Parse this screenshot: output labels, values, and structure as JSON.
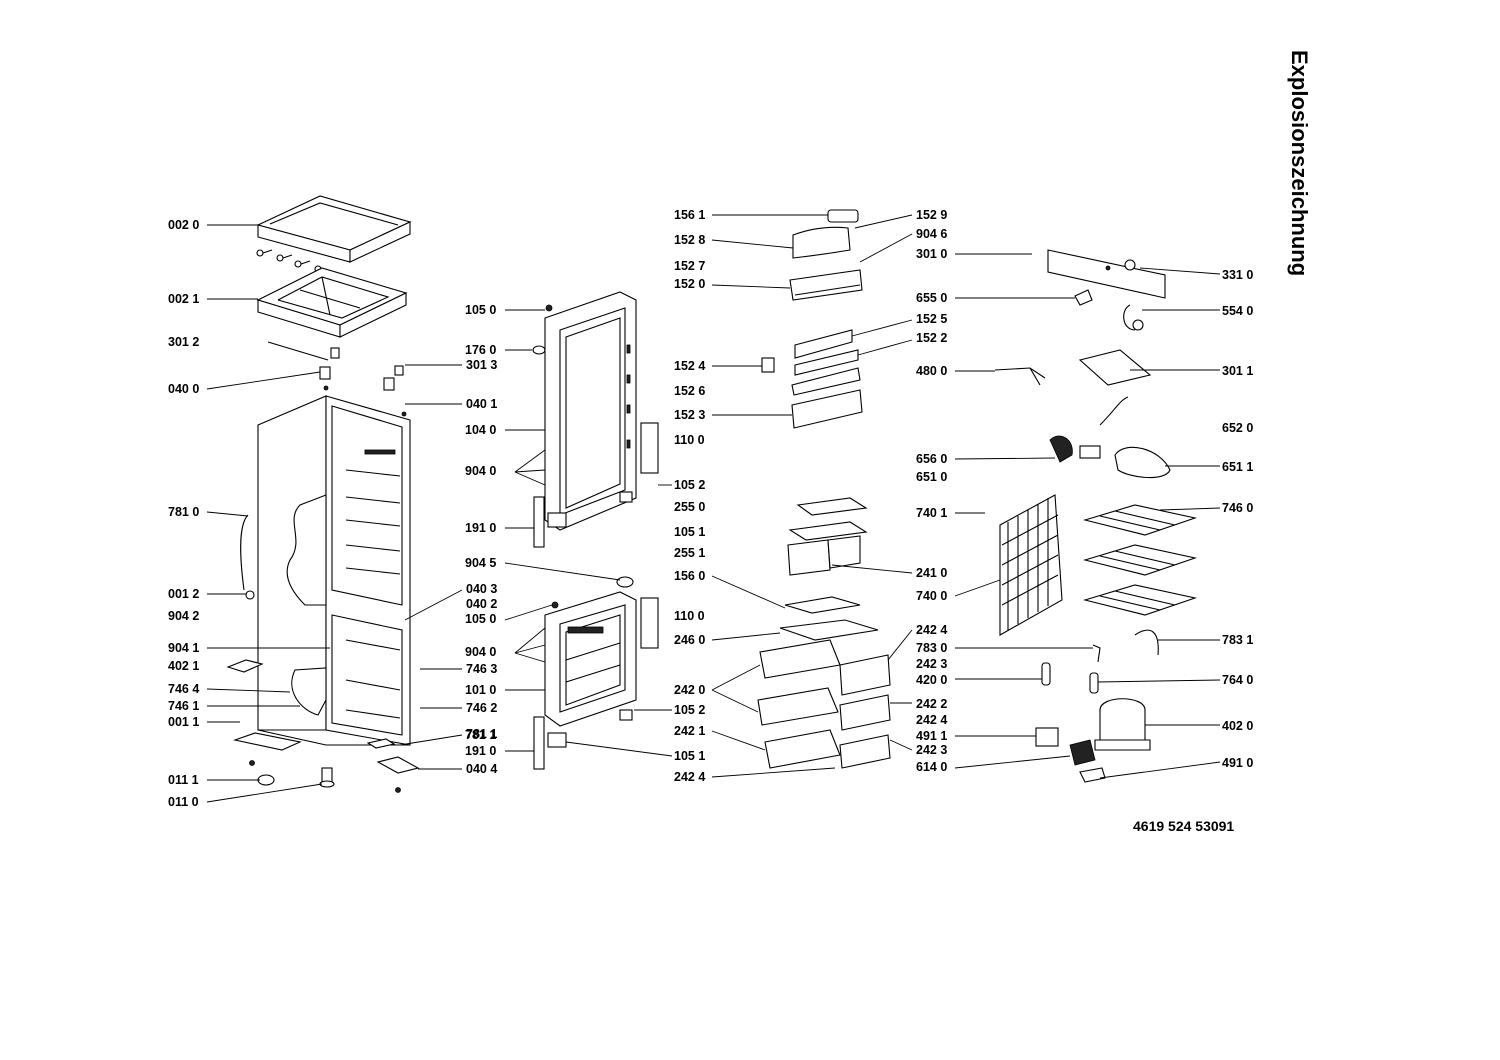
{
  "title": "Explosionszeichnung",
  "document_number": "4619 524 53091",
  "labels": [
    {
      "id": "l0020",
      "text": "002 0"
    },
    {
      "id": "l0021",
      "text": "002 1"
    },
    {
      "id": "l3012",
      "text": "301 2"
    },
    {
      "id": "l0400",
      "text": "040 0"
    },
    {
      "id": "l7810",
      "text": "781 0"
    },
    {
      "id": "l0012",
      "text": "001 2"
    },
    {
      "id": "l9042",
      "text": "904 2"
    },
    {
      "id": "l9041",
      "text": "904 1"
    },
    {
      "id": "l4021",
      "text": "402 1"
    },
    {
      "id": "l7464",
      "text": "746 4"
    },
    {
      "id": "l7461",
      "text": "746 1"
    },
    {
      "id": "l0011",
      "text": "001 1"
    },
    {
      "id": "l0111",
      "text": "011 1"
    },
    {
      "id": "l0110",
      "text": "011 0"
    },
    {
      "id": "l3013",
      "text": "301 3"
    },
    {
      "id": "l0401",
      "text": "040 1"
    },
    {
      "id": "l0403",
      "text": "040 3"
    },
    {
      "id": "l0402",
      "text": "040 2"
    },
    {
      "id": "l7463",
      "text": "746 3"
    },
    {
      "id": "l7462",
      "text": "746 2"
    },
    {
      "id": "l7811",
      "text": "781 1"
    },
    {
      "id": "l0404",
      "text": "040 4"
    },
    {
      "id": "l1050a",
      "text": "105 0"
    },
    {
      "id": "l1760",
      "text": "176 0"
    },
    {
      "id": "l1040",
      "text": "104 0"
    },
    {
      "id": "l9040a",
      "text": "904 0"
    },
    {
      "id": "l1910a",
      "text": "191 0"
    },
    {
      "id": "l9045",
      "text": "904 5"
    },
    {
      "id": "l1050b",
      "text": "105 0"
    },
    {
      "id": "l9040b",
      "text": "904 0"
    },
    {
      "id": "l1010",
      "text": "101 0"
    },
    {
      "id": "l7811b",
      "text": "781 1"
    },
    {
      "id": "l1910b",
      "text": "191 0"
    },
    {
      "id": "l1100a",
      "text": "110 0"
    },
    {
      "id": "l1052a",
      "text": "105 2"
    },
    {
      "id": "l2550",
      "text": "255 0"
    },
    {
      "id": "l1051a",
      "text": "105 1"
    },
    {
      "id": "l2551",
      "text": "255 1"
    },
    {
      "id": "l1560",
      "text": "156 0"
    },
    {
      "id": "l1100b",
      "text": "110 0"
    },
    {
      "id": "l2460",
      "text": "246 0"
    },
    {
      "id": "l2420",
      "text": "242 0"
    },
    {
      "id": "l1052b",
      "text": "105 2"
    },
    {
      "id": "l2421",
      "text": "242 1"
    },
    {
      "id": "l1051b",
      "text": "105 1"
    },
    {
      "id": "l2424a",
      "text": "242 4"
    },
    {
      "id": "l1561",
      "text": "156 1"
    },
    {
      "id": "l1528",
      "text": "152 8"
    },
    {
      "id": "l1527",
      "text": "152 7"
    },
    {
      "id": "l1520",
      "text": "152 0"
    },
    {
      "id": "l1524",
      "text": "152 4"
    },
    {
      "id": "l1526",
      "text": "152 6"
    },
    {
      "id": "l1523",
      "text": "152 3"
    },
    {
      "id": "l1529",
      "text": "152 9"
    },
    {
      "id": "l9046",
      "text": "904 6"
    },
    {
      "id": "l3010",
      "text": "301 0"
    },
    {
      "id": "l6550",
      "text": "655 0"
    },
    {
      "id": "l1525",
      "text": "152 5"
    },
    {
      "id": "l1522",
      "text": "152 2"
    },
    {
      "id": "l4800",
      "text": "480 0"
    },
    {
      "id": "l6560",
      "text": "656 0"
    },
    {
      "id": "l6510",
      "text": "651 0"
    },
    {
      "id": "l7401",
      "text": "740 1"
    },
    {
      "id": "l2410",
      "text": "241 0"
    },
    {
      "id": "l7400",
      "text": "740 0"
    },
    {
      "id": "l2424b",
      "text": "242 4"
    },
    {
      "id": "l7830",
      "text": "783 0"
    },
    {
      "id": "l2423a",
      "text": "242 3"
    },
    {
      "id": "l4200",
      "text": "420 0"
    },
    {
      "id": "l2422",
      "text": "242 2"
    },
    {
      "id": "l2424c",
      "text": "242 4"
    },
    {
      "id": "l4911",
      "text": "491 1"
    },
    {
      "id": "l2423b",
      "text": "242 3"
    },
    {
      "id": "l6140",
      "text": "614 0"
    },
    {
      "id": "l3310",
      "text": "331 0"
    },
    {
      "id": "l5540",
      "text": "554 0"
    },
    {
      "id": "l3011",
      "text": "301 1"
    },
    {
      "id": "l6520",
      "text": "652 0"
    },
    {
      "id": "l6511",
      "text": "651 1"
    },
    {
      "id": "l7460",
      "text": "746 0"
    },
    {
      "id": "l7831",
      "text": "783 1"
    },
    {
      "id": "l7640",
      "text": "764 0"
    },
    {
      "id": "l4020",
      "text": "402 0"
    },
    {
      "id": "l4910",
      "text": "491 0"
    }
  ]
}
